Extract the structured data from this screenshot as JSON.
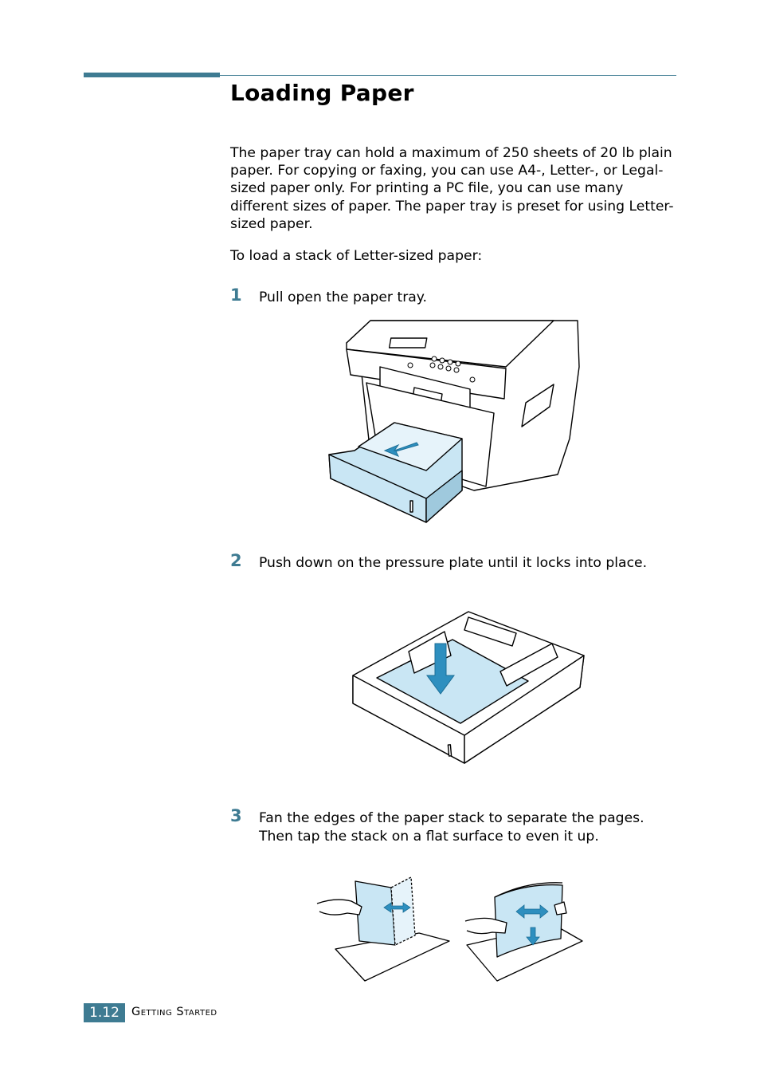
{
  "heading": {
    "title": "Loading Paper"
  },
  "paragraphs": {
    "p1": "The paper tray can hold a maximum of 250 sheets of 20 lb plain paper. For copying or faxing, you can use A4-, Letter-, or Legal-sized paper only. For printing a PC file, you can use many different sizes of paper. The paper tray is preset for using Letter-sized paper.",
    "p2": "To load a stack of Letter-sized paper:"
  },
  "steps": [
    {
      "number": "1",
      "text": "Pull open the paper tray."
    },
    {
      "number": "2",
      "text": "Push down on the pressure plate until it locks into place."
    },
    {
      "number": "3",
      "text": "Fan the edges of the paper stack to separate the pages. Then tap the stack on a flat surface to even it up."
    }
  ],
  "footer": {
    "page": "1.12",
    "section": "Getting Started"
  },
  "colors": {
    "accent": "#3e7b92",
    "illustration_fill": "#c9e6f4",
    "arrow": "#2e8fbf"
  },
  "icons": [
    "printer-tray-illustration",
    "pressure-plate-illustration",
    "fan-paper-illustration",
    "tap-paper-illustration"
  ]
}
